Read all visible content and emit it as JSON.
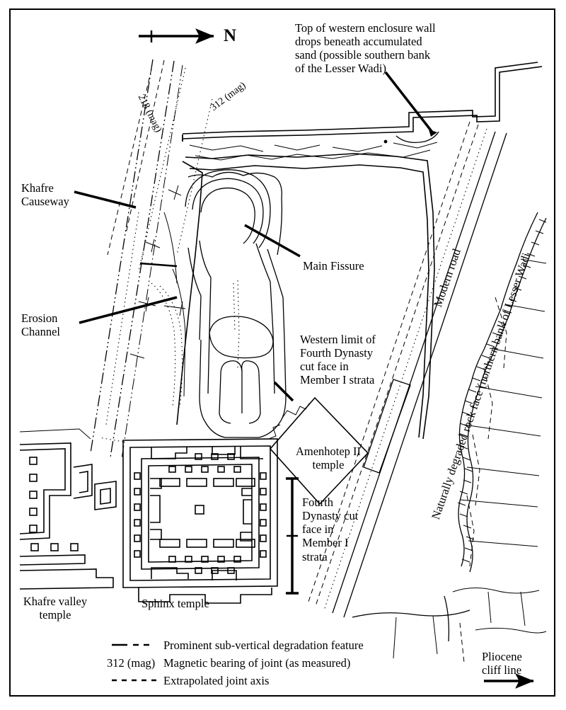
{
  "figure": {
    "subject": "Plan of the Great Sphinx enclosure, Giza",
    "orientation": {
      "arrow_label": "N",
      "direction": "north-arrow-right"
    }
  },
  "bearings": [
    {
      "id": "bearing-218",
      "text": "218 (mag)",
      "value": 218,
      "unit": "mag"
    },
    {
      "id": "bearing-312",
      "text": "312 (mag)",
      "value": 312,
      "unit": "mag"
    }
  ],
  "callouts": {
    "enclosure_wall": "Top of western enclosure wall\ndrops beneath accumulated\nsand (possible southern bank\nof the Lesser Wadi)",
    "khafre_causeway": "Khafre\nCauseway",
    "erosion_channel": "Erosion\nChannel",
    "main_fissure": "Main Fissure",
    "western_limit": "Western limit of\nFourth Dynasty\ncut face in\nMember I strata",
    "fourth_dynasty_bracket": "Fourth\nDynasty cut\nface in\nMember I\nstrata",
    "amenhotep_temple": "Amenhotep II\ntemple",
    "modern_road": "Modern road",
    "degraded_rock_face": "Naturally degraded rock face (northern bank of Lesser Wadi",
    "khafre_valley_temple": "Khafre valley\ntemple",
    "sphinx_temple": "Sphinx temple",
    "pliocene_cliff": "Pliocene\ncliff line"
  },
  "legend": {
    "entries": [
      {
        "key": "dash-dot-dot-line",
        "label": "Prominent sub-vertical degradation feature"
      },
      {
        "key": "312 (mag)",
        "label": "Magnetic bearing of joint (as measured)"
      },
      {
        "key": "dotted-line",
        "label": "Extrapolated joint axis"
      }
    ]
  },
  "colors": {
    "ink": "#000000",
    "paper": "#ffffff"
  }
}
